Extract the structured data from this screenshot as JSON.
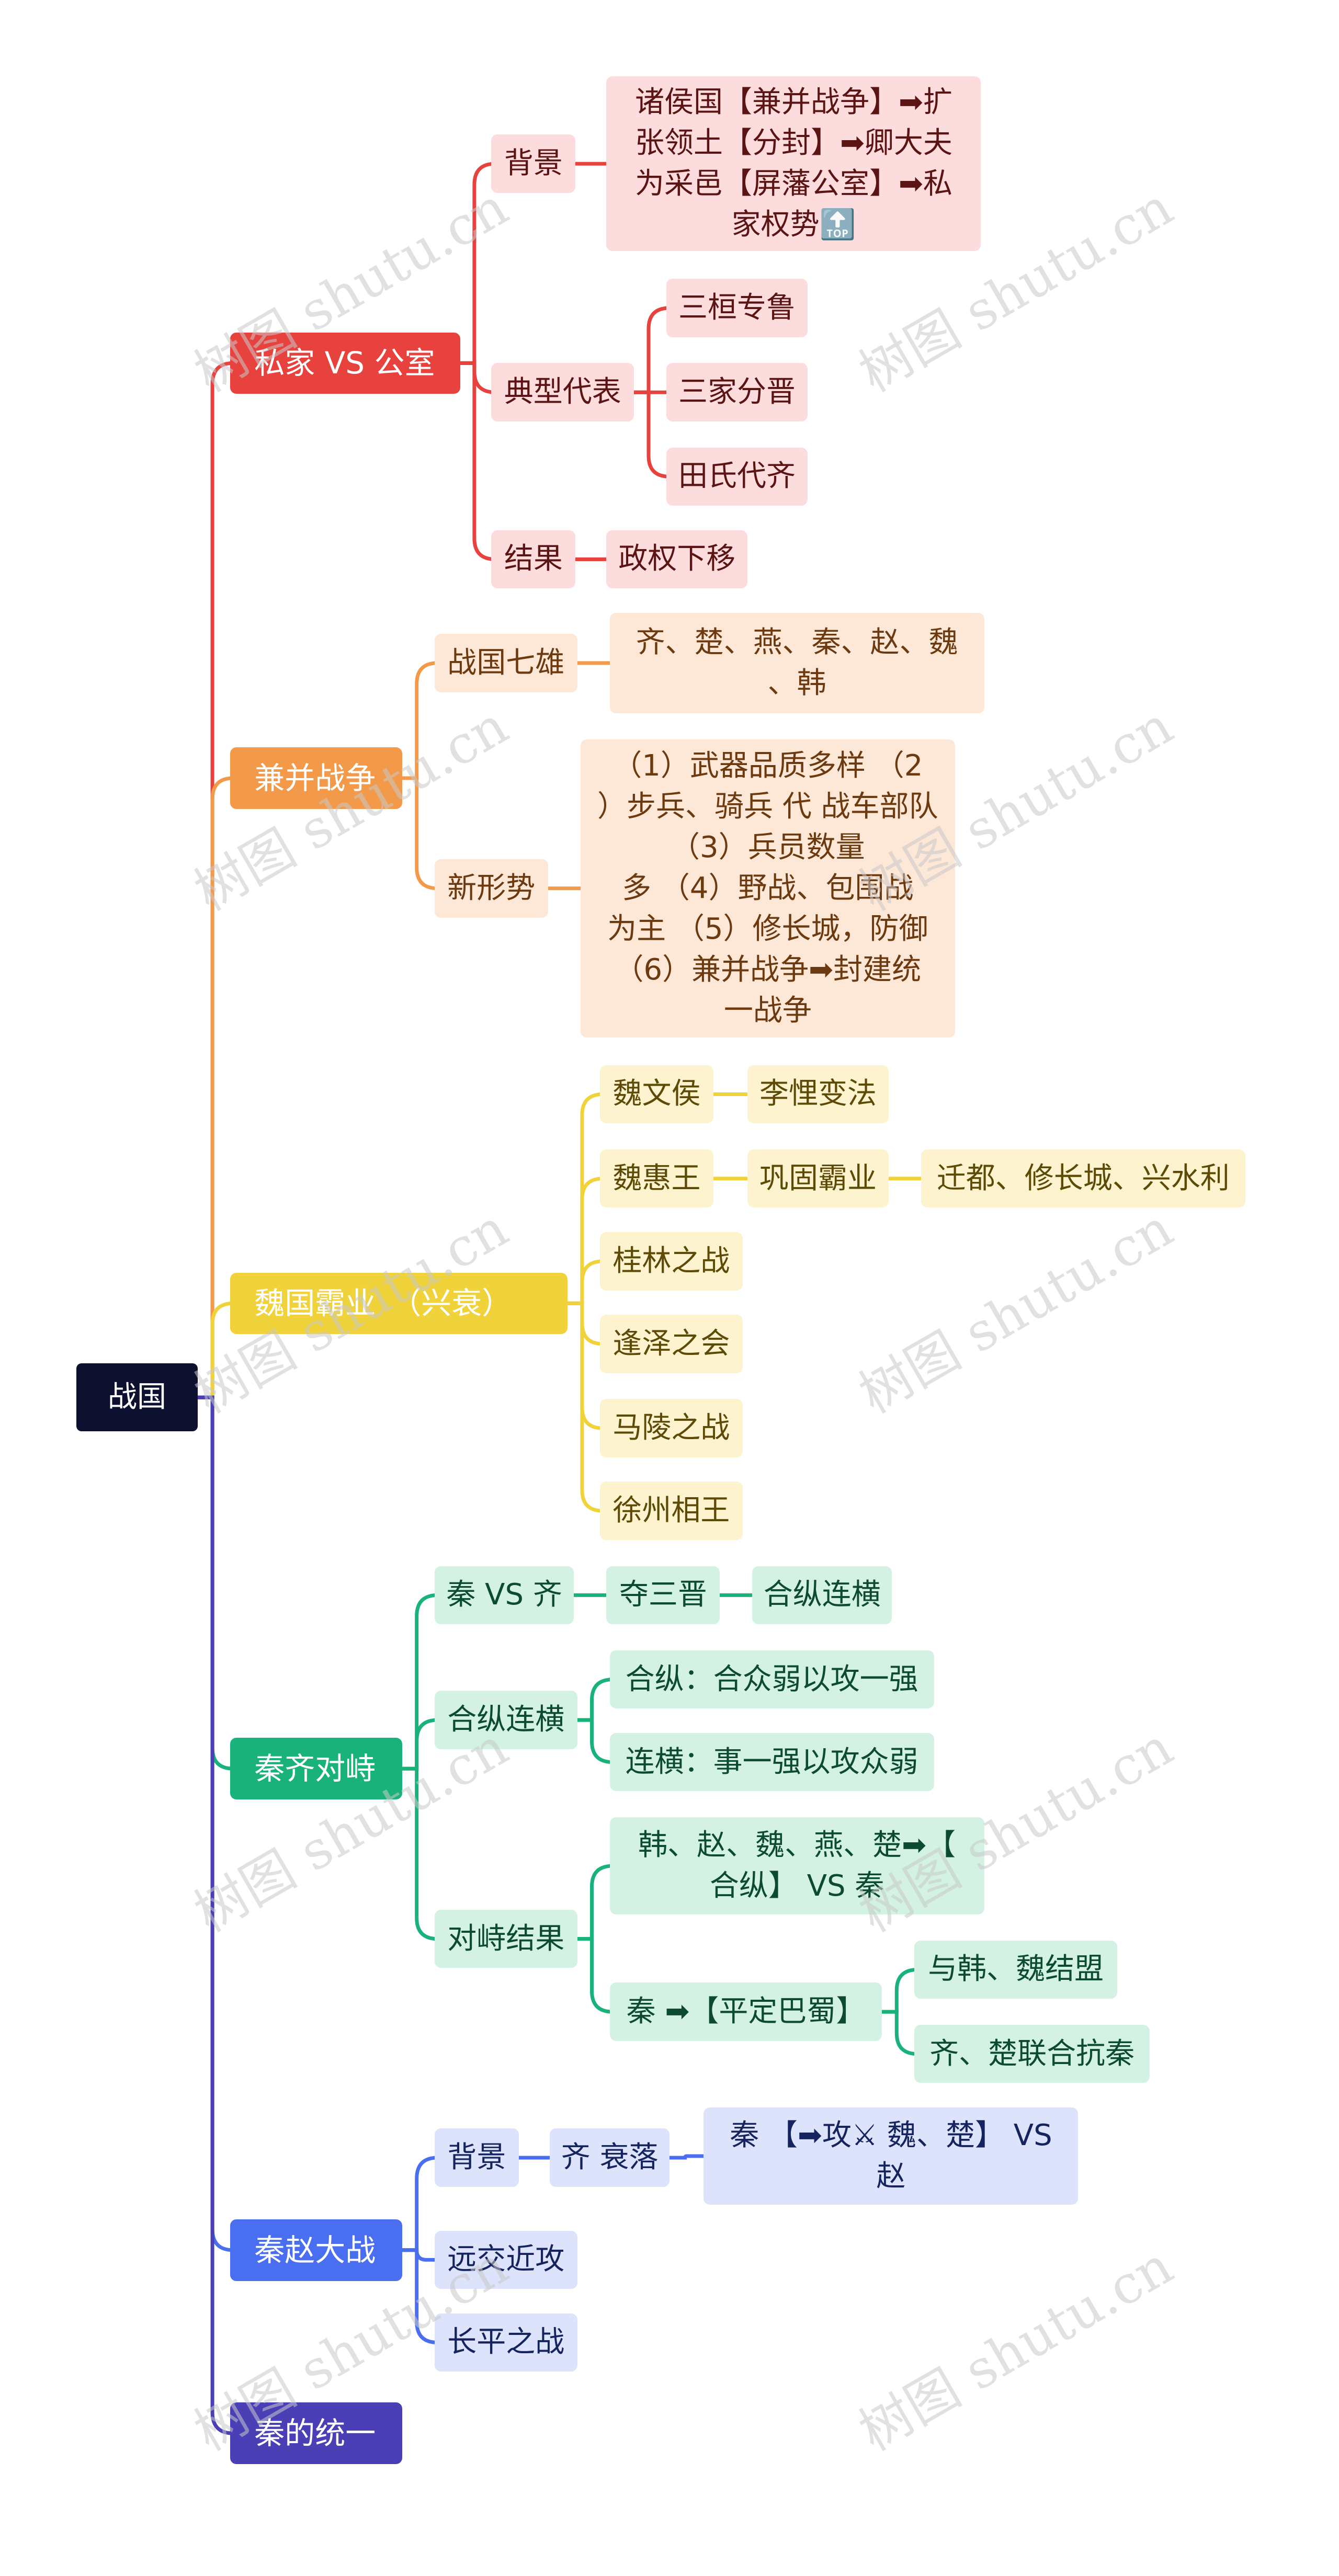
{
  "root": {
    "label": "战国"
  },
  "branches": [
    {
      "id": "b1",
      "label": "私家 VS 公室",
      "color": "#e8423e",
      "light": "#fcdcdc",
      "text": "#5a1414",
      "children": [
        {
          "label": "背景",
          "children": [
            {
              "label": "诸侯国【兼并战争】➡扩\n张领土【分封】➡卿大夫\n为采邑【屏藩公室】➡私\n家权势🔝"
            }
          ]
        },
        {
          "label": "典型代表",
          "children": [
            {
              "label": "三桓专鲁"
            },
            {
              "label": "三家分晋"
            },
            {
              "label": "田氏代齐"
            }
          ]
        },
        {
          "label": "结果",
          "children": [
            {
              "label": "政权下移"
            }
          ]
        }
      ]
    },
    {
      "id": "b2",
      "label": "兼并战争",
      "color": "#f39a4a",
      "light": "#fde8d7",
      "text": "#6b3a10",
      "children": [
        {
          "label": "战国七雄",
          "children": [
            {
              "label": "齐、楚、燕、秦、赵、魏\n、韩"
            }
          ]
        },
        {
          "label": "新形势",
          "children": [
            {
              "label": "（1）武器品质多样 （2\n）步兵、骑兵 代 战车部队\n（3）兵员数量\n多 （4）野战、包围战\n为主 （5）修长城，防御\n（6）兼并战争➡封建统\n一战争"
            }
          ]
        }
      ]
    },
    {
      "id": "b3",
      "label": "魏国霸业　（兴衰）",
      "color": "#f0d23a",
      "light": "#fdf4cf",
      "text": "#5c4a06",
      "children": [
        {
          "label": "魏文侯",
          "children": [
            {
              "label": "李悝变法"
            }
          ]
        },
        {
          "label": "魏惠王",
          "children": [
            {
              "label": "巩固霸业",
              "children": [
                {
                  "label": "迁都、修长城、兴水利"
                }
              ]
            }
          ]
        },
        {
          "label": "桂林之战"
        },
        {
          "label": "逢泽之会"
        },
        {
          "label": "马陵之战"
        },
        {
          "label": "徐州相王"
        }
      ]
    },
    {
      "id": "b4",
      "label": "秦齐对峙",
      "color": "#18b27a",
      "light": "#d3f2e4",
      "text": "#0d4a33",
      "children": [
        {
          "label": "秦 VS 齐",
          "children": [
            {
              "label": "夺三晋",
              "children": [
                {
                  "label": "合纵连横"
                }
              ]
            }
          ]
        },
        {
          "label": "合纵连横",
          "children": [
            {
              "label": "合纵：合众弱以攻一强"
            },
            {
              "label": "连横：事一强以攻众弱"
            }
          ]
        },
        {
          "label": "对峙结果",
          "children": [
            {
              "label": "韩、赵、魏、燕、楚➡【\n合纵】 VS 秦"
            },
            {
              "label": "秦 ➡【平定巴蜀】",
              "children": [
                {
                  "label": "与韩、魏结盟"
                },
                {
                  "label": "齐、楚联合抗秦"
                }
              ]
            }
          ]
        }
      ]
    },
    {
      "id": "b5",
      "label": "秦赵大战",
      "color": "#4a6ef0",
      "light": "#dde3fb",
      "text": "#16245e",
      "children": [
        {
          "label": "背景",
          "children": [
            {
              "label": "齐 衰落",
              "children": [
                {
                  "label": "秦 【➡攻⚔ 魏、楚】 VS\n赵"
                }
              ]
            }
          ]
        },
        {
          "label": "远交近攻"
        },
        {
          "label": "长平之战"
        }
      ]
    },
    {
      "id": "b6",
      "label": "秦的统一",
      "color": "#4a3fb5",
      "light": "#dcd9f4",
      "text": "#1c1650",
      "children": []
    }
  ],
  "watermark": "树图 shutu.cn"
}
